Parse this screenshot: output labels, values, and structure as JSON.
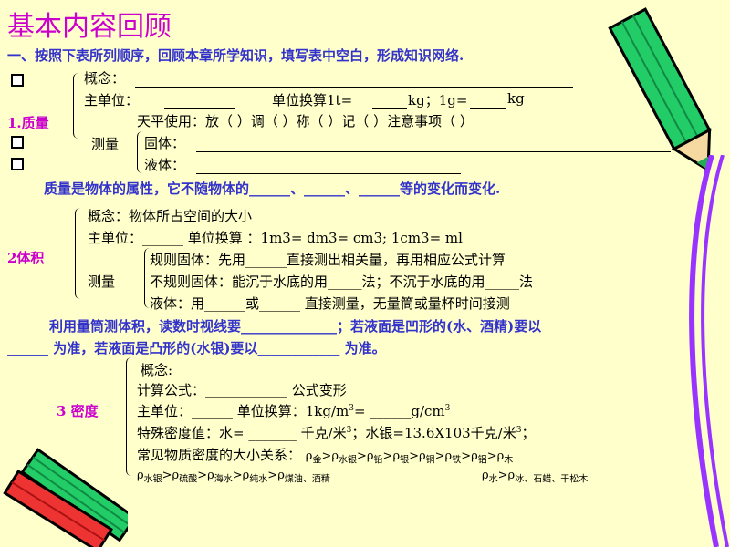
{
  "title": "基本内容回顾",
  "intro": "一、按照下表所列顺序，回顾本章所学知识，填写表中空白，形成知识网络.",
  "mass": {
    "label": "1.质量",
    "concept": "概念：",
    "unit": "主单位：",
    "convert": "单位换算1t=",
    "kg": "kg；1g=",
    "kg2": "kg",
    "measure": "测量",
    "balance": "天平使用：放（ ）调（ ）称（ ）记（ ）注意事项（    ）",
    "solid": "固体：",
    "liquid": "液体：",
    "property": "质量是物体的属性，它不随物体的______、______、______等的变化而变化."
  },
  "volume": {
    "label": "2体积",
    "concept": "概念：物体所占空间的大小",
    "unit": "主单位：______  单位换算 ：1m3=  dm3=   cm3;   1cm3=    ml",
    "measure": "测量",
    "regular": "规则固体：先用______直接测出相关量，再用相应公式计算",
    "irregular": "不规则固体：能沉于水底的用_____法；不沉于水底的用_____法",
    "liquid": "液体：用______或______ 直接测量，无量筒或量杯时间接测",
    "note1": "利用量筒测体积，读数时视线要______________；若液面是凹形的(水、酒精)要以",
    "note2": "______ 为准，若液面是凸形的(水银)要以____________ 为准。"
  },
  "density": {
    "label": "3 密度",
    "concept": "概念:",
    "formula": "计算公式：____________ 公式变形",
    "unit": "主单位：______    单位换算：1kg/m",
    "unit_tail": "= ______g/cm",
    "special": "特殊密度值：水= _______ 千克/米",
    "special_tail": "；水银=13.6X103千克/米",
    "special_end": "；",
    "order": "常见物质密度的大小关系：",
    "row1": [
      "金",
      "水银",
      "铅",
      "银",
      "铜",
      "铁",
      "铝",
      "木"
    ],
    "row2": [
      "水银",
      "硫酸",
      "海水",
      "纯水",
      "煤油、酒精"
    ],
    "row3": [
      "水",
      "冰、石蜡、干松木"
    ]
  },
  "colors": {
    "title": "#cc00cc",
    "text_blue": "#3333cc",
    "background": "#ffffcc",
    "pencil_green": "#22cc66"
  }
}
